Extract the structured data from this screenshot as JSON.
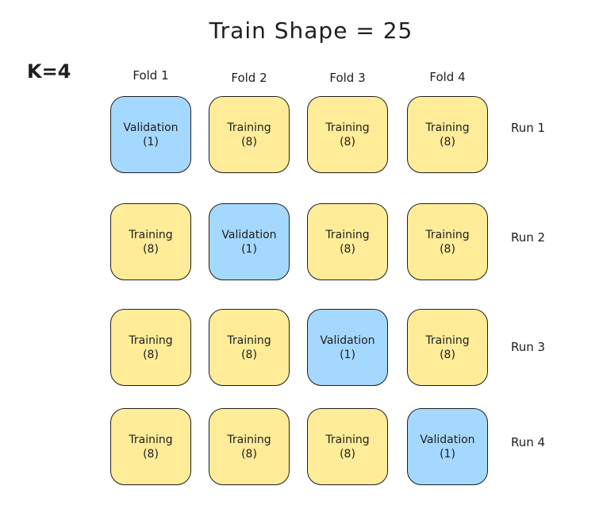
{
  "title": "Train Shape = 25",
  "k_label": "K=4",
  "folds": [
    "Fold 1",
    "Fold 2",
    "Fold 3",
    "Fold 4"
  ],
  "runs": [
    "Run 1",
    "Run 2",
    "Run 3",
    "Run 4"
  ],
  "cell_types": {
    "training": {
      "label": "Training",
      "count": "(8)",
      "color": "#ffec99"
    },
    "validation": {
      "label": "Validation",
      "count": "(1)",
      "color": "#a5d8ff"
    }
  },
  "grid": [
    [
      "validation",
      "training",
      "training",
      "training"
    ],
    [
      "training",
      "validation",
      "training",
      "training"
    ],
    [
      "training",
      "training",
      "validation",
      "training"
    ],
    [
      "training",
      "training",
      "training",
      "validation"
    ]
  ]
}
